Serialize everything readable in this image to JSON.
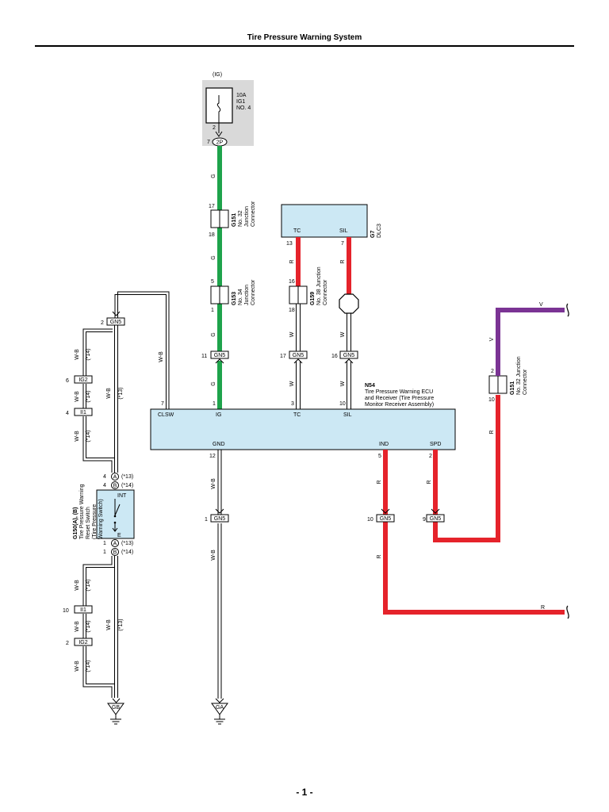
{
  "page": {
    "title": "Tire Pressure Warning System",
    "page_number": "- 1 -"
  },
  "colors": {
    "green": "#1ea34b",
    "red": "#e5232b",
    "purple": "#7b3494",
    "ecu_fill": "#cce8f4",
    "fuse_box_fill": "#d9d9d9"
  },
  "fuse": {
    "ig_label": "(IG)",
    "rating": "10A",
    "name": "IG1",
    "number": "NO. 4",
    "pin_in": "2",
    "connector_pin": "7",
    "connector": "2P"
  },
  "junction_g151_top": {
    "code": "G151",
    "desc1": "No. 32",
    "desc2": "Junction",
    "desc3": "Connector",
    "pin_top": "17",
    "pin_bottom": "18"
  },
  "junction_g153": {
    "code": "G153",
    "desc1": "No. 34",
    "desc2": "Junction",
    "desc3": "Connector",
    "pin_top": "5",
    "pin_bottom": "1"
  },
  "junction_g159": {
    "code": "G159",
    "desc1": "No. 38 Junction",
    "desc2": "Connector",
    "pin_top": "16",
    "pin_bottom": "18"
  },
  "junction_g151_right": {
    "code": "G151",
    "desc1": "No. 32 Junction",
    "desc2": "Connector",
    "pin_top": "2",
    "pin_bottom": "10"
  },
  "dlc": {
    "code": "G7",
    "name": "DLC3",
    "pin_tc": "TC",
    "pin_sil": "SIL",
    "pin_tc_no": "13",
    "pin_sil_no": "7"
  },
  "ecu": {
    "code": "N54",
    "name1": "Tire Pressure Warning ECU",
    "name2": "and Receiver (Tire Pressure",
    "name3": "Monitor Receiver Assembly)",
    "pins": {
      "clsw": "CLSW",
      "ig": "IG",
      "tc": "TC",
      "sil": "SIL",
      "gnd": "GND",
      "ind": "IND",
      "spd": "SPD"
    },
    "pin_numbers": {
      "clsw": "7",
      "ig": "1",
      "tc": "3",
      "sil": "10",
      "gnd": "12",
      "ind": "5",
      "spd": "2"
    }
  },
  "switch": {
    "code": "G150(A), (B)",
    "name1": "Tire Pressure Warning",
    "name2": "Reset Switch",
    "name3": "(Tire Pressure",
    "name4": "Warning Switch)",
    "int_label": "INT",
    "e_label": "E",
    "pins": {
      "a_top": "4",
      "b_top": "4",
      "a_bottom": "1",
      "b_bottom": "1"
    },
    "letters": {
      "a": "A",
      "b": "B"
    },
    "refs": {
      "a_top": "(*13)",
      "b_top": "(*14)",
      "a_bottom": "(*13)",
      "b_bottom": "(*14)"
    }
  },
  "connectors": {
    "gn5": "GN5",
    "ig2": "IG2",
    "ii1": "II1"
  },
  "connector_pins": {
    "gn5_ig": "11",
    "gn5_tc": "17",
    "gn5_sil": "16",
    "gn5_clsw": "2",
    "gn5_gnd": "1",
    "gn5_ind": "10",
    "gn5_spd": "9",
    "ig2_top": "6",
    "ii1_top": "4",
    "ii1_bottom": "10",
    "ig2_bottom": "2"
  },
  "wire_colors": {
    "g": "G",
    "r": "R",
    "w": "W",
    "wb": "W-B",
    "v": "V"
  },
  "refs": {
    "r14": "(*14)",
    "r13": "(*13)"
  },
  "grounds": {
    "left": "GB",
    "center": "GA"
  }
}
